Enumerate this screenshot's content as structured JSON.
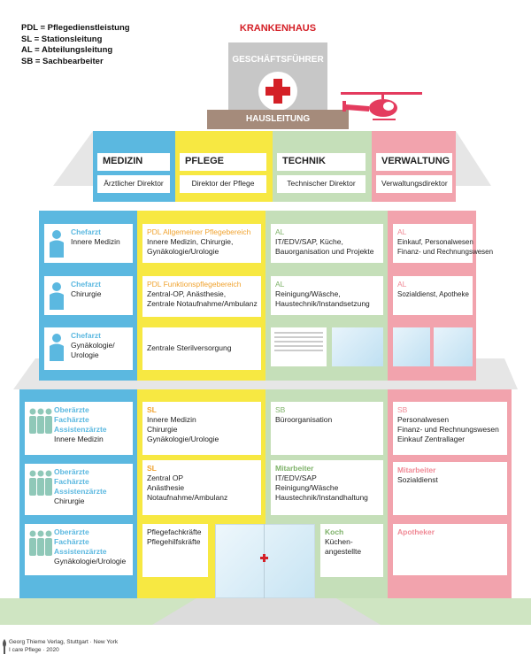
{
  "legend": [
    "PDL = Pflegedienstleistung",
    "SL = Stationsleitung",
    "AL = Abteilungsleitung",
    "SB = Sachbearbeiter"
  ],
  "top": {
    "title": "KRANKENHAUS",
    "ceo": "GESCHÄFTSFÜHRER",
    "management": "HAUSLEITUNG"
  },
  "departments": [
    {
      "name": "MEDIZIN",
      "head": "Ärztlicher Direktor"
    },
    {
      "name": "PFLEGE",
      "head": "Direktor der Pflege"
    },
    {
      "name": "TECHNIK",
      "head": "Technischer Direktor"
    },
    {
      "name": "VERWALTUNG",
      "head": "Verwaltungsdirektor"
    }
  ],
  "mid": {
    "medizin": [
      {
        "label": "Chefarzt",
        "lines": [
          "Innere Medizin"
        ]
      },
      {
        "label": "Chefarzt",
        "lines": [
          "Chirurgie"
        ]
      },
      {
        "label": "Chefarzt",
        "lines": [
          "Gynäkologie/",
          "Urologie"
        ]
      }
    ],
    "pflege": [
      {
        "label": "PDL Allgemeiner Pflegebereich",
        "lines": [
          "Innere Medizin, Chirurgie,",
          "Gynäkologie/Urologie"
        ]
      },
      {
        "label": "PDL Funktionspflegebereich",
        "lines": [
          "Zentral-OP, Anästhesie,",
          "Zentrale Notaufnahme/Ambulanz"
        ]
      },
      {
        "label": "",
        "lines": [
          "Zentrale Sterilversorgung"
        ]
      }
    ],
    "technik": [
      {
        "label": "AL",
        "lines": [
          "IT/EDV/SAP, Küche,",
          "Bauorganisation und Projekte"
        ]
      },
      {
        "label": "AL",
        "lines": [
          "Reinigung/Wäsche,",
          "Haustechnik/Instandsetzung"
        ]
      }
    ],
    "verwaltung": [
      {
        "label": "AL",
        "lines": [
          "Einkauf, Personalwesen",
          "Finanz- und Rechnungswesen"
        ]
      },
      {
        "label": "AL",
        "lines": [
          "Sozialdienst, Apotheke"
        ]
      }
    ]
  },
  "low": {
    "medizin": [
      {
        "label1": "Oberärzte",
        "label2": "Fachärzte",
        "label3": "Assistenzärzte",
        "lines": [
          "Innere Medizin"
        ]
      },
      {
        "label1": "Oberärzte",
        "label2": "Fachärzte",
        "label3": "Assistenzärzte",
        "lines": [
          "Chirurgie"
        ]
      },
      {
        "label1": "Oberärzte",
        "label2": "Fachärzte",
        "label3": "Assistenzärzte",
        "lines": [
          "Gynäkologie/Urologie"
        ]
      }
    ],
    "pflege": [
      {
        "label": "SL",
        "lines": [
          "Innere Medizin",
          "Chirurgie",
          "Gynäkologie/Urologie"
        ]
      },
      {
        "label": "SL",
        "lines": [
          "Zentral OP",
          "Anästhesie",
          "Notaufnahme/Ambulanz"
        ]
      },
      {
        "label": "",
        "lines": [
          "Pflegefachkräfte",
          "Pflegehilfskräfte"
        ]
      }
    ],
    "technik": [
      {
        "label": "SB",
        "lines": [
          "Büroorganisation"
        ]
      },
      {
        "label": "Mitarbeiter",
        "lines": [
          "IT/EDV/SAP",
          "Reinigung/Wäsche",
          "Haustechnik/Instandhaltung"
        ]
      },
      {
        "label": "Koch",
        "lines": [
          "Küchen-",
          "angestellte"
        ]
      }
    ],
    "verwaltung": [
      {
        "label": "SB",
        "lines": [
          "Personalwesen",
          "Finanz- und Rechnungswesen",
          "Einkauf Zentrallager"
        ]
      },
      {
        "label": "Mitarbeiter",
        "lines": [
          "Sozialdienst"
        ]
      },
      {
        "label": "Apotheker",
        "lines": []
      }
    ]
  },
  "credit": [
    "Georg Thieme Verlag, Stuttgart · New York",
    "I care Pflege · 2020"
  ],
  "colors": {
    "blue": "#5bb8e0",
    "yellow": "#f7e842",
    "green": "#c5dfb9",
    "pink": "#f2a3ad",
    "red": "#d42027",
    "gray": "#e6e6e6",
    "labelBlue": "#5bb8e0",
    "labelOrange": "#f0a330",
    "labelGreen": "#7fb26a",
    "labelPink": "#f08a96"
  }
}
